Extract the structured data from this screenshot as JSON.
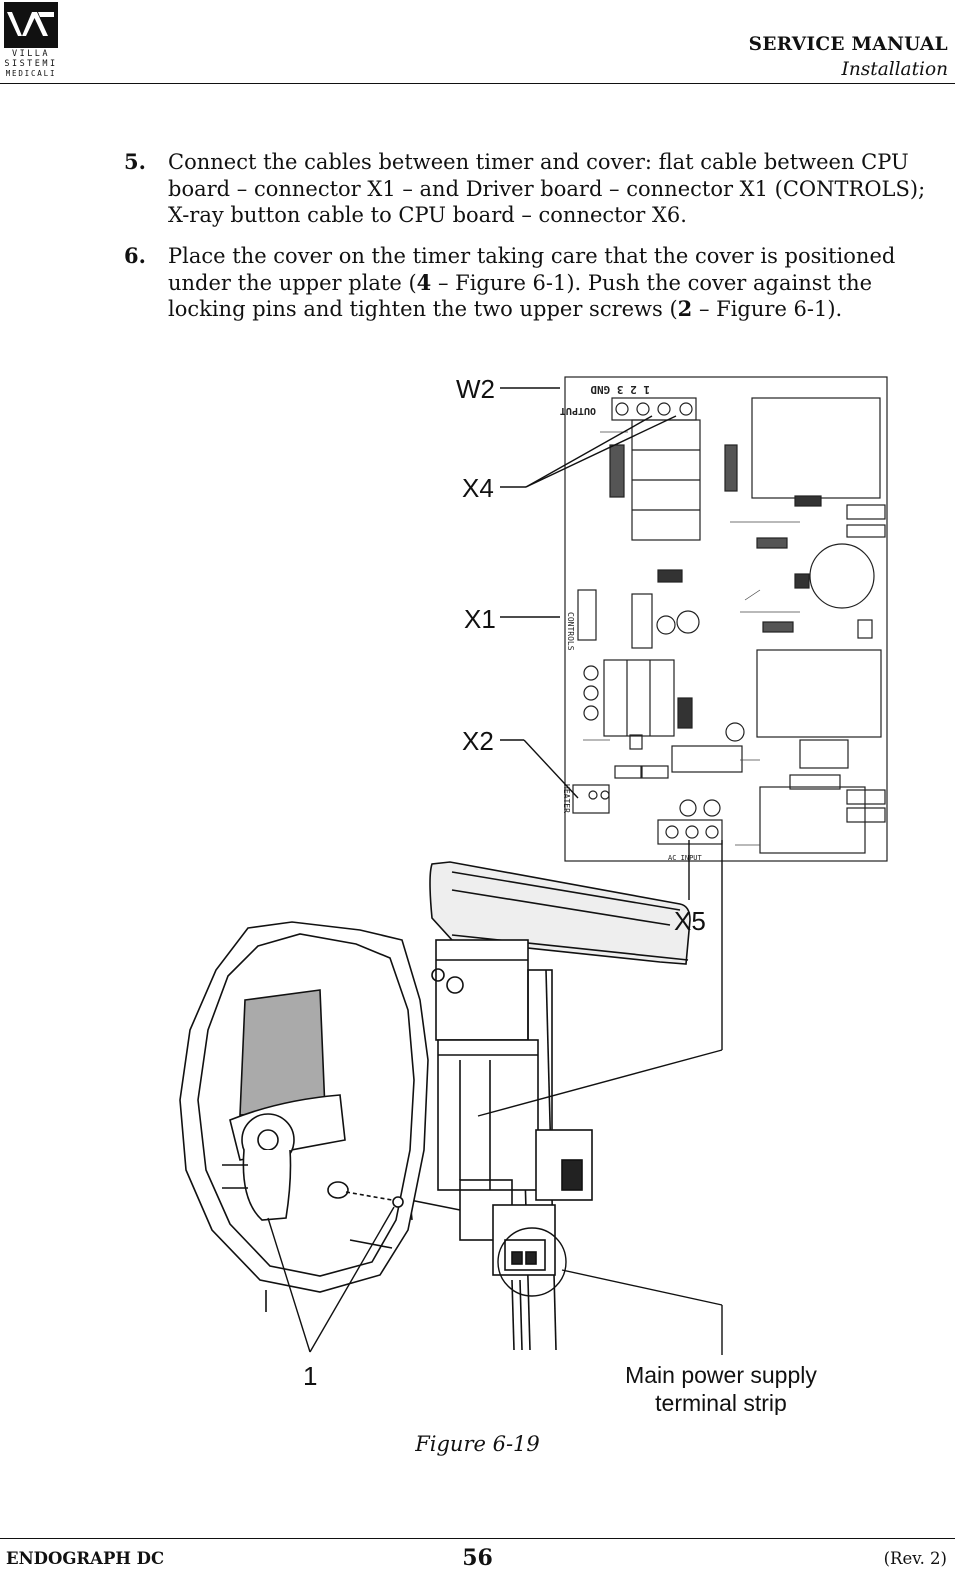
{
  "logo": {
    "line1": "VILLA",
    "line2": "SISTEMI",
    "line3": "MEDICALI"
  },
  "header": {
    "title": "SERVICE MANUAL",
    "subtitle": "Installation"
  },
  "steps": [
    {
      "number": "5.",
      "text": "Connect the cables between timer and cover: flat cable between CPU board – connector X1 – and Driver board – connector X1 (CONTROLS); X-ray button cable to CPU board – connector X6."
    },
    {
      "number": "6.",
      "text_a": "Place the cover on the timer taking care that the cover is positioned under the upper plate (",
      "bold_a": "4",
      "text_b": " – Figure 6-1). Push the cover against the locking pins and tighten the two upper screws (",
      "bold_b": "2",
      "text_c": " – Figure 6-1)."
    }
  ],
  "figure": {
    "callouts": {
      "w2": "W2",
      "x4": "X4",
      "x1": "X1",
      "x2": "X2",
      "x5": "X5",
      "one": "1",
      "main_power_line1": "Main power supply",
      "main_power_line2": "terminal strip"
    },
    "board_labels": {
      "output": "OUTPUT",
      "pins": "1  2  3  GND",
      "controls": "CONTROLS",
      "heater": "HEATER",
      "ac_input": "AC INPUT"
    },
    "caption": "Figure 6-19"
  },
  "footer": {
    "product": "ENDOGRAPH DC",
    "page": "56",
    "revision": "(Rev. 2)"
  }
}
